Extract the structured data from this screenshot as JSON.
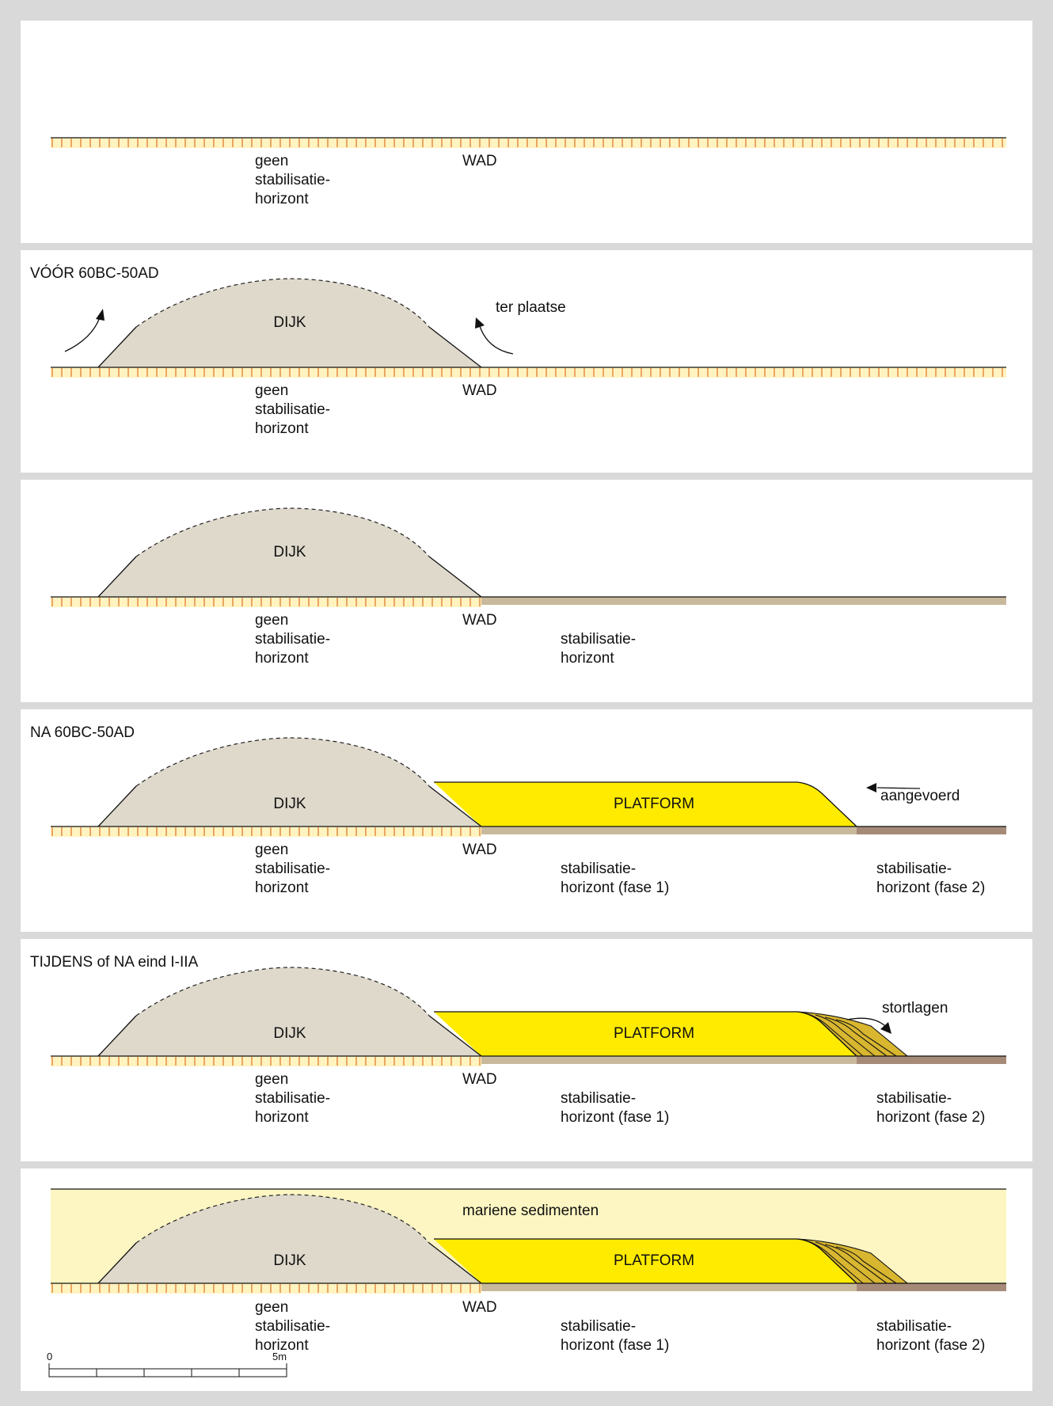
{
  "labels": {
    "geen": "geen\nstabilisatie-\nhorizont",
    "wad": "WAD",
    "dijk": "DIJK",
    "platform": "PLATFORM",
    "stab": "stabilisatie-\nhorizont",
    "stab1": "stabilisatie-\nhorizont (fase 1)",
    "stab2": "stabilisatie-\nhorizont (fase 2)",
    "ter_plaatse": "ter plaatse",
    "aangevoerd": "aangevoerd",
    "stortlagen": "stortlagen",
    "mariene": "mariene sedimenten"
  },
  "panels": [
    {
      "title": ""
    },
    {
      "title": "VÓÓR 60BC-50AD"
    },
    {
      "title": ""
    },
    {
      "title": "NA 60BC-50AD"
    },
    {
      "title": "TIJDENS of NA eind I-IIA"
    },
    {
      "title": ""
    }
  ],
  "scale": {
    "zero": "0",
    "five": "5m"
  },
  "colors": {
    "dijk": "#dfd9cc",
    "platform": "#ffeb00",
    "stab1": "#c9b99c",
    "stab2": "#a68a78",
    "mariene": "#fdf6c2",
    "stort": "#d8b630",
    "wad_tick": "#e2843a",
    "wad_band": "#fff3c0",
    "background": "#d9d9d9"
  }
}
